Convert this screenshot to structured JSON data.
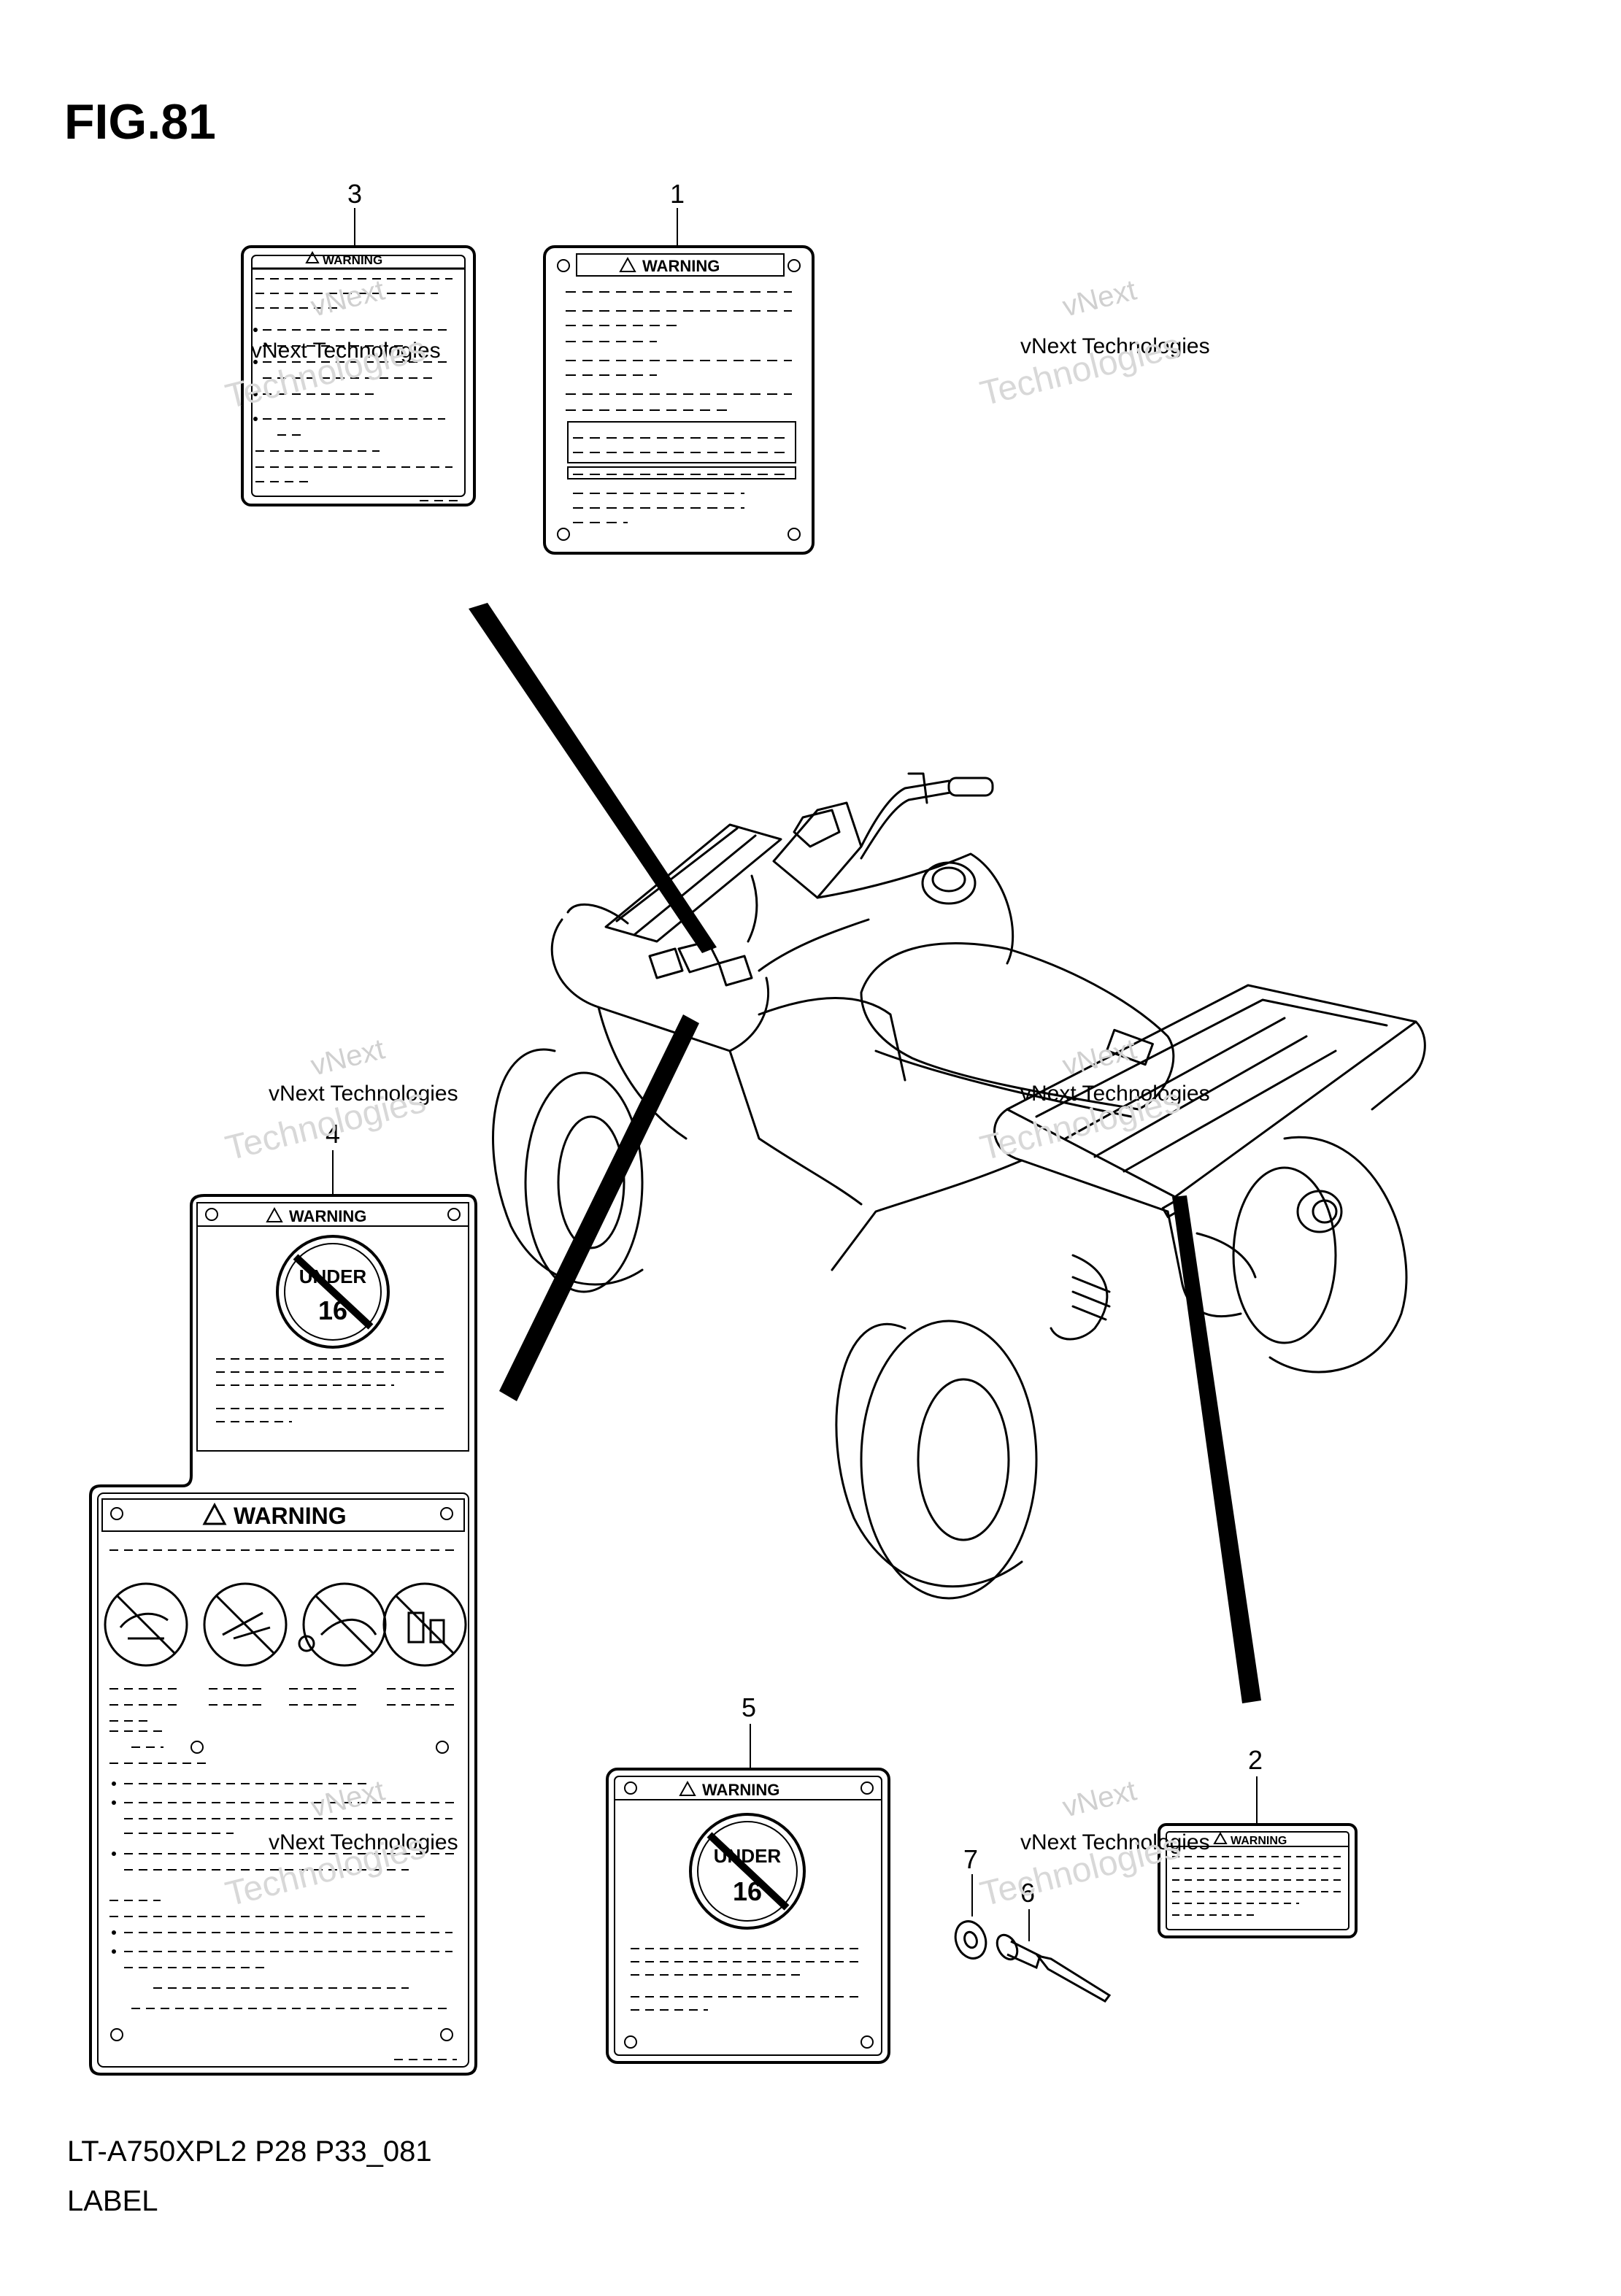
{
  "figure": {
    "title": "FIG.81"
  },
  "footer": {
    "code": "LT-A750XPL2 P28 P33_081",
    "name": "LABEL"
  },
  "watermark": {
    "line1": "vNext",
    "line2": "vNext Technologies",
    "line3": "Technologies"
  },
  "callouts": {
    "c1": "1",
    "c2": "2",
    "c3": "3",
    "c4": "4",
    "c5": "5",
    "c6": "6",
    "c7": "7"
  },
  "labels": {
    "warning": "WARNING",
    "under": "UNDER",
    "age": "16"
  }
}
